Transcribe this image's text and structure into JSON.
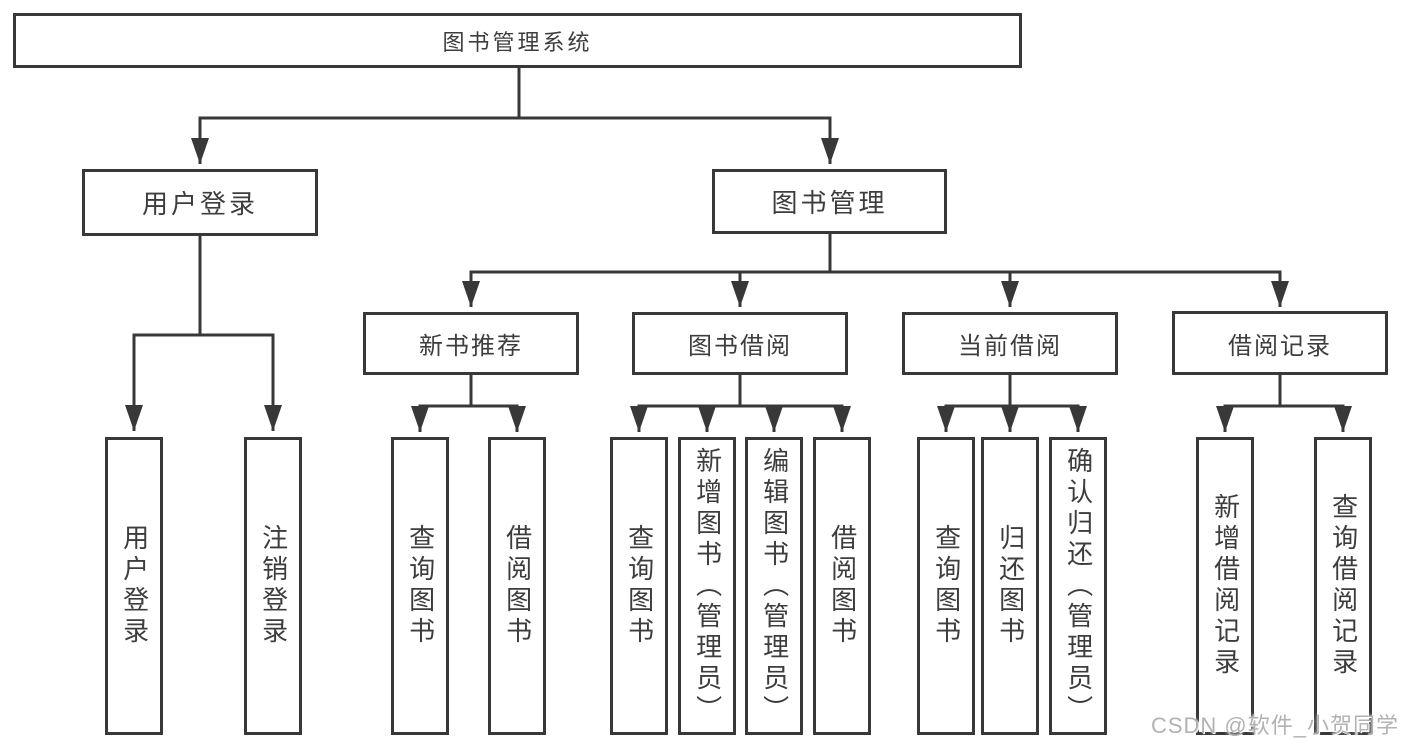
{
  "diagram": {
    "root": {
      "label": "图书管理系统"
    },
    "branches": [
      {
        "label": "用户登录",
        "children": [
          {
            "label": "用户登录"
          },
          {
            "label": "注销登录"
          }
        ]
      },
      {
        "label": "图书管理",
        "children": [
          {
            "label": "新书推荐",
            "children": [
              {
                "label": "查询图书"
              },
              {
                "label": "借阅图书"
              }
            ]
          },
          {
            "label": "图书借阅",
            "children": [
              {
                "label": "查询图书"
              },
              {
                "label": "新增图书（管理员）"
              },
              {
                "label": "编辑图书（管理员）"
              },
              {
                "label": "借阅图书"
              }
            ]
          },
          {
            "label": "当前借阅",
            "children": [
              {
                "label": "查询图书"
              },
              {
                "label": "归还图书"
              },
              {
                "label": "确认归还（管理员）"
              }
            ]
          },
          {
            "label": "借阅记录",
            "children": [
              {
                "label": "新增借阅记录"
              },
              {
                "label": "查询借阅记录"
              }
            ]
          }
        ]
      }
    ]
  },
  "watermark": {
    "text": "CSDN @软件_小贺同学"
  },
  "colors": {
    "line": "#383838",
    "box_border": "#383838",
    "box_background": "#ffffff",
    "text": "#3d3d3d",
    "watermark": "#b2b2b2",
    "page_background": "#ffffff"
  }
}
